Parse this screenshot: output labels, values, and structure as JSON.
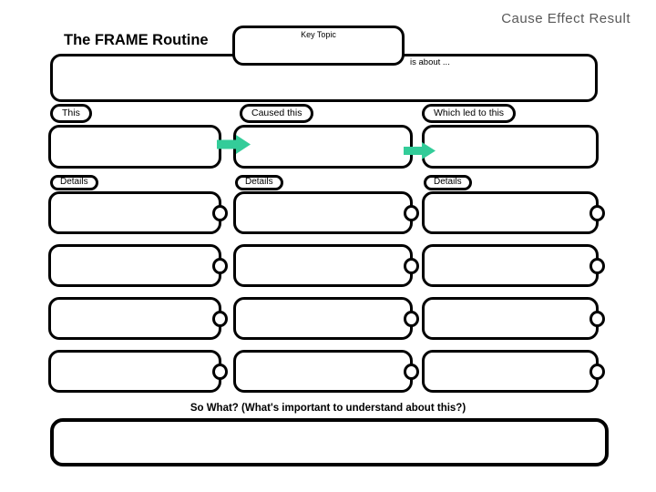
{
  "header": {
    "corner_title": "Cause Effect Result",
    "routine_title": "The FRAME Routine"
  },
  "key_topic": {
    "label": "Key Topic",
    "is_about": "is about ..."
  },
  "columns": [
    {
      "header": "This",
      "details_label": "Details"
    },
    {
      "header": "Caused this",
      "details_label": "Details"
    },
    {
      "header": "Which led to this",
      "details_label": "Details"
    }
  ],
  "footer": {
    "so_what_label": "So What? (What's important to understand about this?)"
  },
  "colors": {
    "arrow": "#33CC99",
    "border": "#000000",
    "corner_title": "#595959"
  },
  "structure": {
    "detail_rows_per_column": 4
  }
}
